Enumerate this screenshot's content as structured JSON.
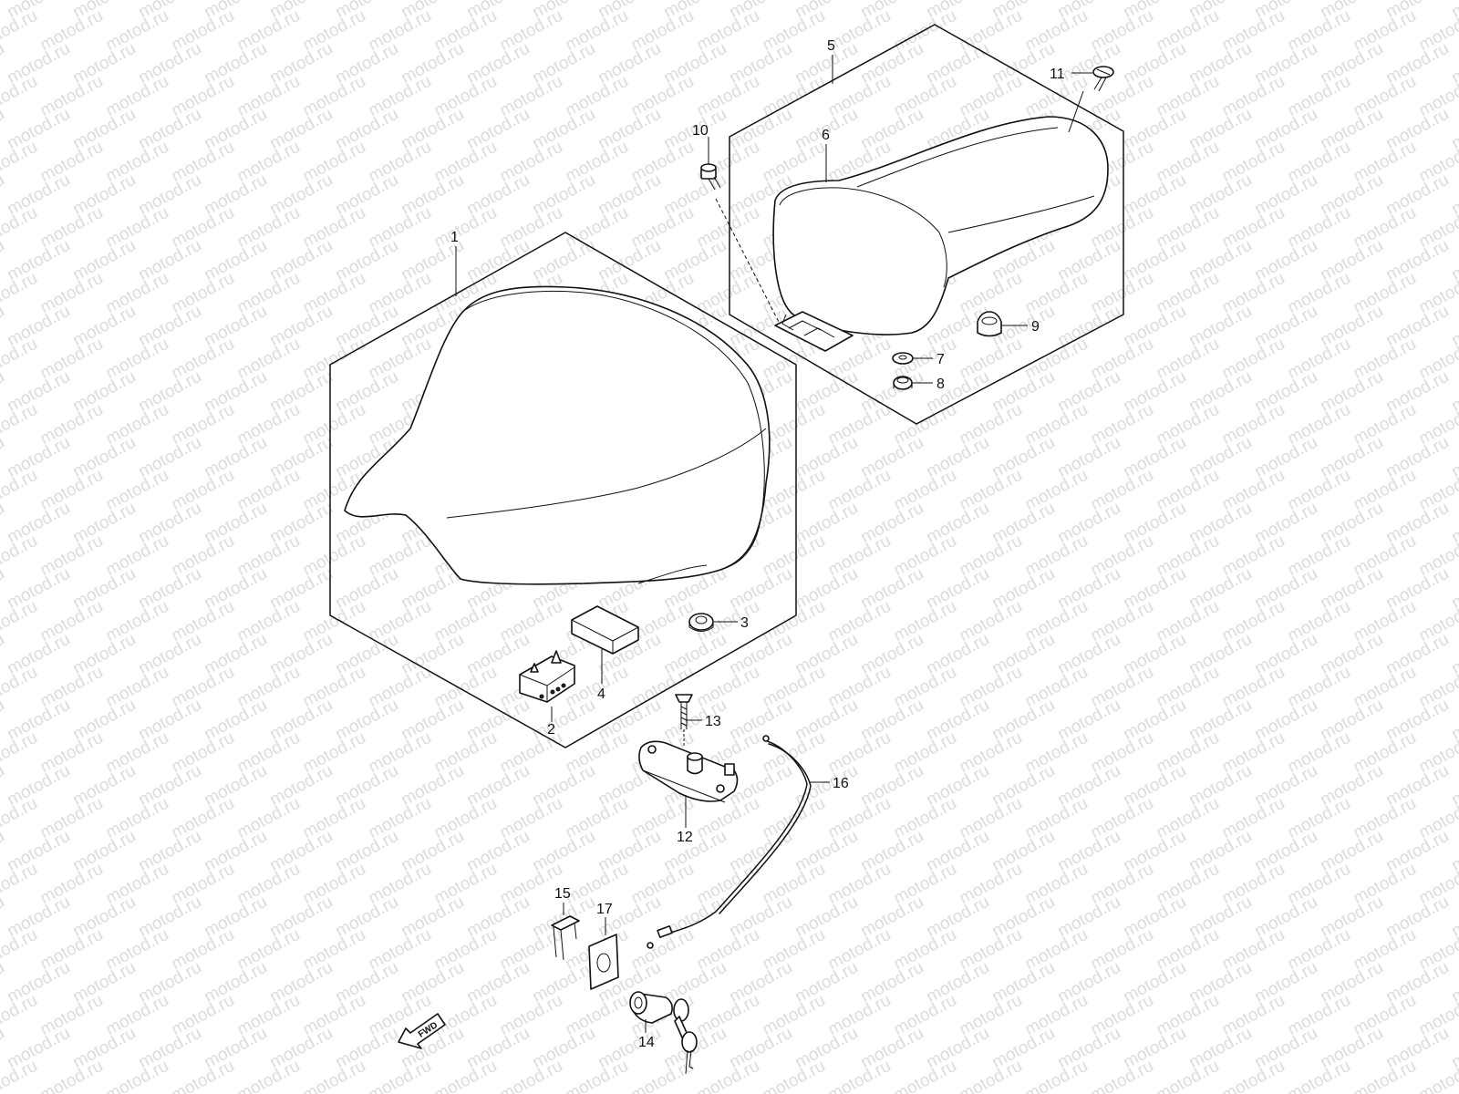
{
  "watermark": {
    "text": "motod.ru",
    "color": "#dcdcdc"
  },
  "fwd_arrow": {
    "label": "FWD"
  },
  "callouts": {
    "c1": "1",
    "c2": "2",
    "c3": "3",
    "c4": "4",
    "c5": "5",
    "c6": "6",
    "c7": "7",
    "c8": "8",
    "c9": "9",
    "c10": "10",
    "c11": "11",
    "c12": "12",
    "c13": "13",
    "c14": "14",
    "c15": "15",
    "c16": "16",
    "c17": "17"
  },
  "colors": {
    "line": "#111111",
    "background": "#ffffff"
  }
}
